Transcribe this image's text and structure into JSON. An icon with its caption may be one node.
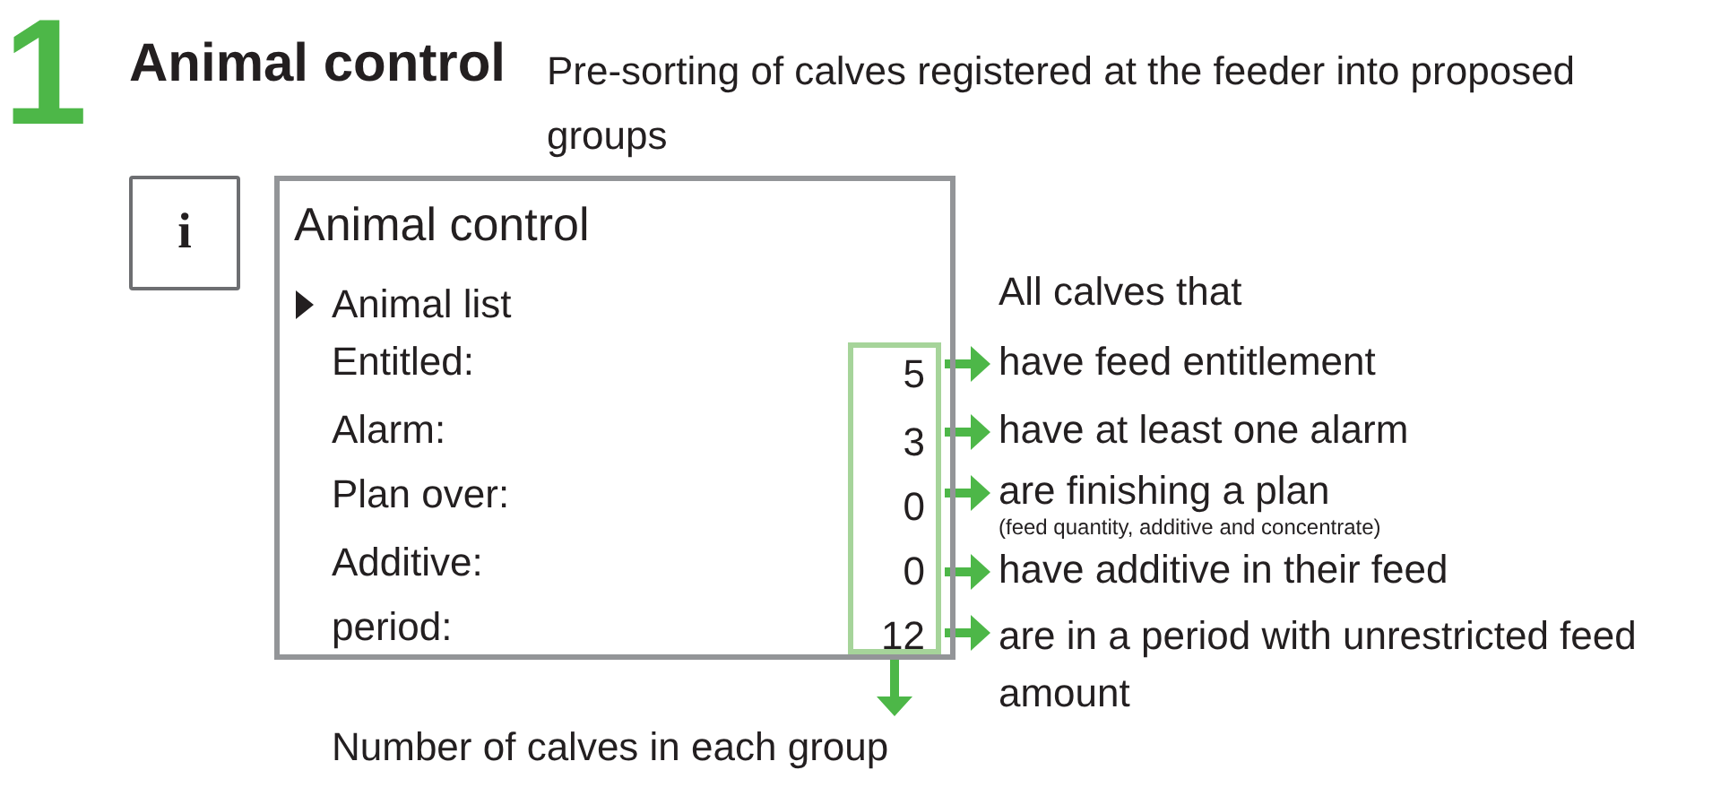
{
  "diagram": {
    "title": "Animal control",
    "nodes": [
      {
        "text": [
          "Animal control"
        ]
      },
      {
        "text": [
          "i"
        ]
      },
      {
        "text": [
          "5",
          "3",
          "0",
          "0",
          "12"
        ],
        "in": 0
      },
      {
        "text": [
          "have feed entitlement"
        ]
      },
      {
        "text": [
          "have at least one alarm"
        ]
      },
      {
        "text": [
          "are finishing a plan"
        ],
        "beside": [
          "(feed quantity, additive and concentrate)"
        ]
      },
      {
        "text": [
          "have additive in their feed"
        ]
      },
      {
        "text": [
          "are in a period with unrestricted feed amount"
        ]
      },
      {
        "text": [
          "Number of calves in each group"
        ]
      }
    ],
    "edges": [
      {
        "from": 2,
        "to": 3,
        "arrow": "to"
      },
      {
        "from": 2,
        "to": 4,
        "arrow": "to"
      },
      {
        "from": 2,
        "to": 5,
        "arrow": "to"
      },
      {
        "from": 2,
        "to": 6,
        "arrow": "to"
      },
      {
        "from": 2,
        "to": 7,
        "arrow": "to"
      },
      {
        "from": 2,
        "to": 8,
        "arrow": "to"
      }
    ],
    "labels": [
      "1",
      "Pre-sorting of calves registered at the feeder into proposed groups",
      "Animal list",
      "Entitled:",
      "Alarm:",
      "Plan over:",
      "Additive:",
      "period:",
      "All calves that"
    ]
  }
}
